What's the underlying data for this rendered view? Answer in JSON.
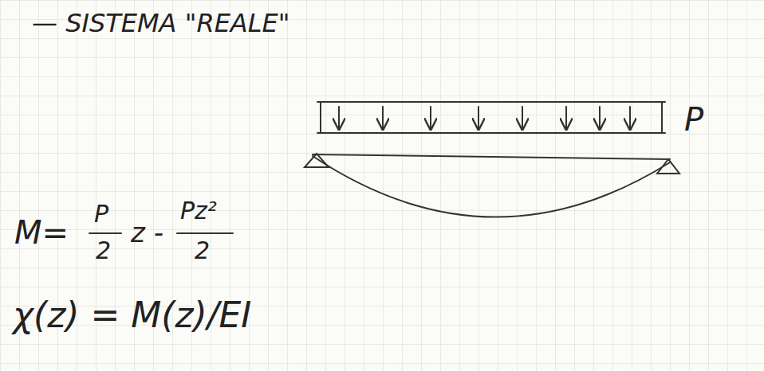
{
  "diagram": {
    "labels": [
      "— SISTEMA \"REALE\"",
      "P",
      "M=",
      "P",
      "2",
      "z -",
      "Pz²",
      "2",
      "χ(z) = M(z)/EI"
    ]
  }
}
